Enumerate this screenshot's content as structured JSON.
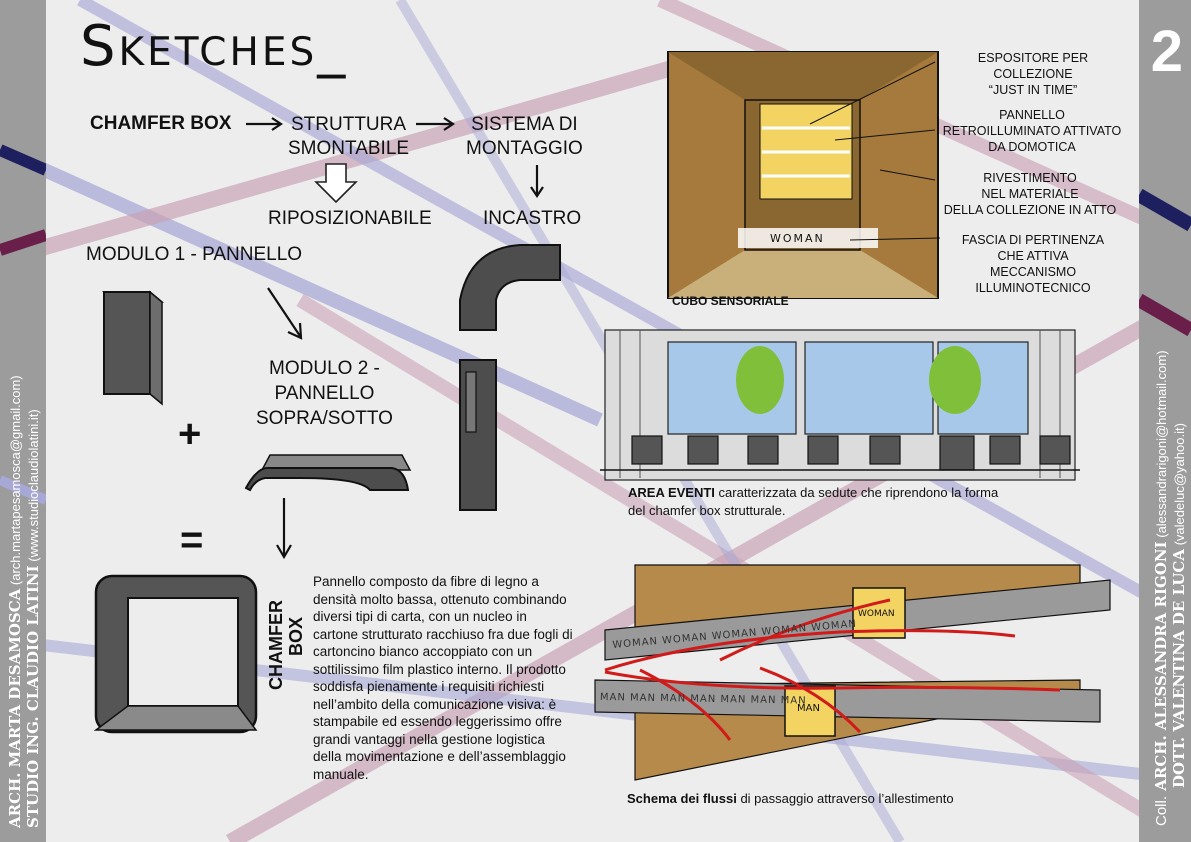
{
  "title": "Sketches_",
  "page_number": "2",
  "flow": {
    "chamfer_box": "CHAMFER BOX",
    "struttura_1": "STRUTTURA",
    "struttura_2": "SMONTABILE",
    "sistema_1": "SISTEMA DI",
    "sistema_2": "MONTAGGIO",
    "riposizionabile": "RIPOSIZIONABILE",
    "incastro": "INCASTRO"
  },
  "modules": {
    "modulo_1": "MODULO 1 - PANNELLO",
    "modulo_2_a": "MODULO 2 -",
    "modulo_2_b": "PANNELLO",
    "modulo_2_c": "SOPRA/SOTTO",
    "plus": "+",
    "equals": "=",
    "chamfer": "CHAMFER",
    "box": "BOX"
  },
  "description": "Pannello composto da fibre di legno a densità molto bassa, ottenuto combinando diversi tipi di carta, con un nucleo in cartone strutturato racchiuso fra due fogli di cartoncino bianco accoppiato con un sottilissimo film plastico interno. Il prodotto soddisfa pienamente i requisiti richiesti nell’ambito della comunicazione visiva: è stampabile ed essendo leggerissimo offre grandi vantaggi nella gestione logistica della  movimentazione e dell’assemblaggio manuale.",
  "cubo": {
    "caption": "CUBO SENSORIALE",
    "sign_text": "WOMAN",
    "label_1": "ESPOSITORE PER\nCOLLEZIONE\n“JUST IN TIME”",
    "label_2": "PANNELLO\nRETROILLUMINATO ATTIVATO\nDA DOMOTICA",
    "label_3": "RIVESTIMENTO\nNEL MATERIALE\nDELLA COLLEZIONE IN ATTO",
    "label_4": "FASCIA DI PERTINENZA\nCHE ATTIVA\nMECCANISMO\nILLUMINOTECNICO"
  },
  "area_eventi": {
    "bold": "AREA EVENTI",
    "text_1": "  caratterizzata da sedute che riprendono la forma",
    "text_2": "del chamfer box strutturale."
  },
  "flussi": {
    "bold": "Schema dei flussi",
    "text": "  di passaggio attraverso l’allestimento",
    "band_top": "WOMAN WOMAN WOMAN WOMAN WOMAN",
    "band_bottom": "MAN MAN MAN MAN MAN MAN MAN",
    "box_top": "WOMAN",
    "box_bottom": "MAN"
  },
  "credits_left": {
    "name_1": "ARCH. MARTA DESAMOSCA",
    "email_1": " (arch.martapesamosca@gmail.com)",
    "name_2": "STUDIO ING. CLAUDIO LATINI",
    "email_2": " (www.studioclaudiolatini.it)"
  },
  "credits_right": {
    "coll": "Coll.",
    "name_1": " ARCH. ALESSANDRA RIGONI",
    "email_1": " (alessandrarigoni@hotmail.com)",
    "name_2": " DOTT. VALENTINA DE LUCA",
    "email_2": " (valedeluc@yahoo.it)"
  },
  "colors": {
    "background": "#ededed",
    "sidebar": "#9c9c9c",
    "navy_stripe": "#1d1f5e",
    "maroon_stripe": "#6a1f4a",
    "pink_stripe": "#c9a3b5",
    "lavender_stripe": "#a7a8d6",
    "wood": "#a57a3c",
    "panel_yellow": "#f3d463",
    "flow_red": "#d11a1a",
    "dark_grey": "#4a4a4a"
  }
}
